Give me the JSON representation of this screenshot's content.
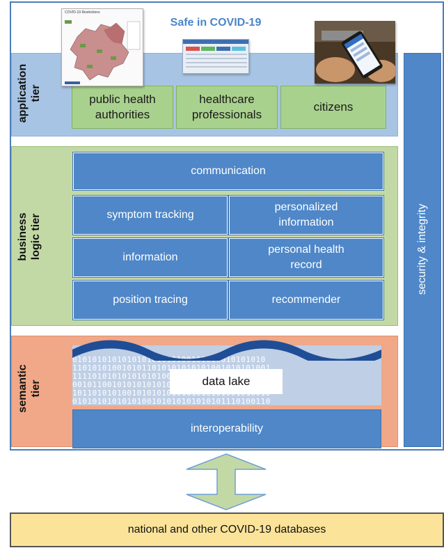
{
  "header": {
    "title": "Safe in COVID-19"
  },
  "thumbnails": {
    "map": {
      "title": "COVID-19 Restrictions",
      "icon": "europe-map-icon"
    },
    "web": {
      "icon": "web-dashboard-icon"
    },
    "phone": {
      "icon": "smartphone-photo-icon"
    }
  },
  "application_tier": {
    "label": "application\ntier",
    "users": [
      {
        "label": "public health\nauthorities"
      },
      {
        "label": "healthcare\nprofessionals"
      },
      {
        "label": "citizens"
      }
    ]
  },
  "business_tier": {
    "label": "business\nlogic tier",
    "modules": [
      {
        "label": "communication"
      },
      {
        "label": "symptom tracking"
      },
      {
        "label": "personalized\ninformation"
      },
      {
        "label": "information"
      },
      {
        "label": "personal health\nrecord"
      },
      {
        "label": "position tracing"
      },
      {
        "label": "recommender"
      }
    ]
  },
  "semantic_tier": {
    "label": "semantic\ntier",
    "data_lake": "data lake",
    "binary_rows": [
      "010101010101010101010100101010010101010",
      "1101010100101011010101010101001010101001",
      "1111010101010101010010101101010010101010",
      "0010110010101010101010101010101010101010",
      "1011010101001010101010101010101001010010",
      "0101010101010100101010101010101110100110"
    ],
    "interoperability": "interoperability"
  },
  "security": {
    "label": "security & integrity"
  },
  "databases": {
    "label": "national and other COVID-19 databases"
  },
  "colors": {
    "frame": "#4a7ebb",
    "application_tier": "#a8c4e4",
    "business_tier": "#c3d9a5",
    "semantic_tier": "#f0a888",
    "module_blue": "#4f87c8",
    "user_green": "#a9d18e",
    "database_yellow": "#fbe49a",
    "wave": "#1f4e96",
    "arrow": "#c3d9a5"
  }
}
